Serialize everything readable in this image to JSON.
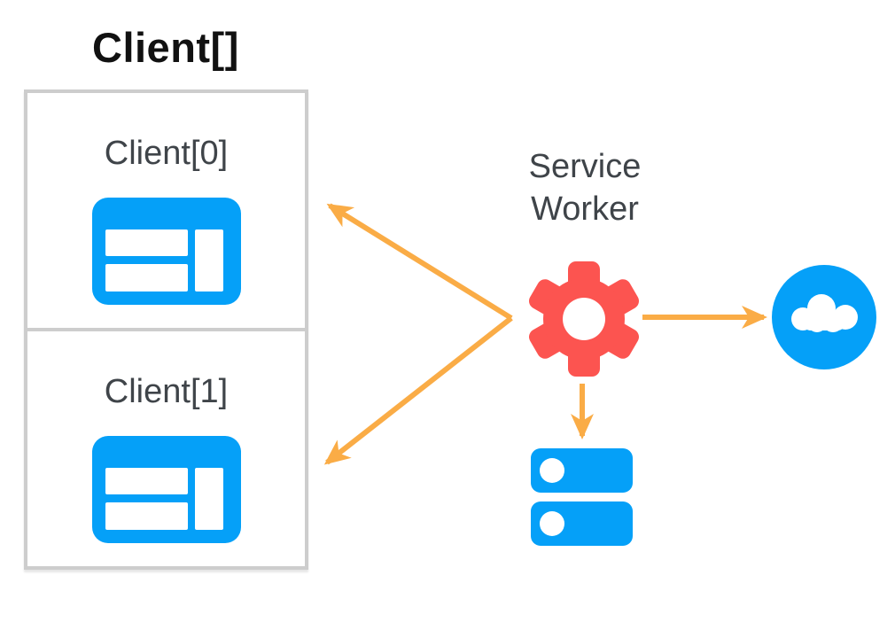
{
  "diagram": {
    "title": "Client[]",
    "clients": [
      {
        "label": "Client[0]",
        "icon": "browser-window-icon"
      },
      {
        "label": "Client[1]",
        "icon": "browser-window-icon"
      }
    ],
    "service_worker": {
      "line1": "Service",
      "line2": "Worker",
      "icon": "gear-icon"
    },
    "network": {
      "icon": "cloud-icon"
    },
    "storage": {
      "icon": "database-icon"
    },
    "arrows": [
      {
        "name": "service-worker-to-client0",
        "direction": "up-left"
      },
      {
        "name": "service-worker-to-client1",
        "direction": "down-left"
      },
      {
        "name": "service-worker-to-network",
        "direction": "right"
      },
      {
        "name": "service-worker-to-storage",
        "direction": "down"
      }
    ],
    "colors": {
      "blue": "#05A0F8",
      "red": "#FC5450",
      "orange": "#FAAC46",
      "title": "#111111",
      "text_dark": "#3F4449",
      "border": "#CDCDCD"
    }
  }
}
